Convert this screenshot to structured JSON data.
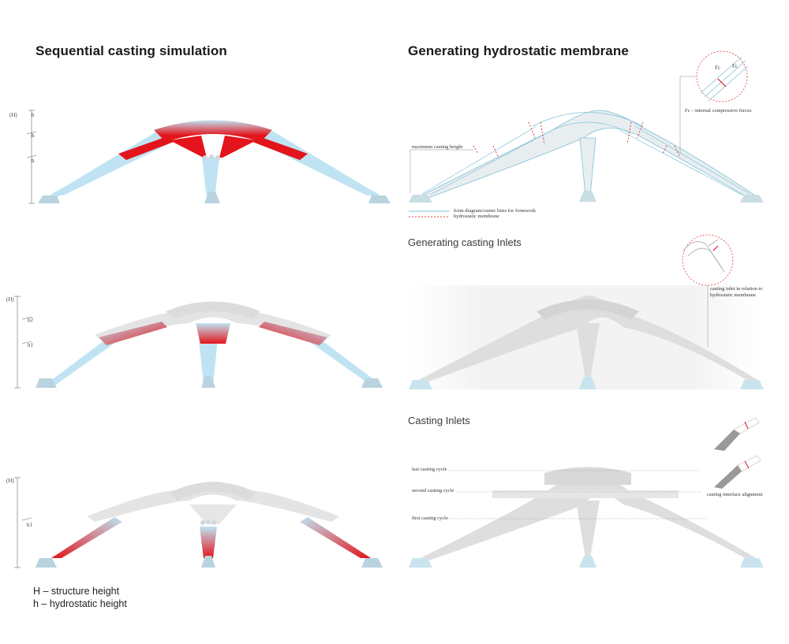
{
  "left": {
    "title": "Sequential casting simulation",
    "scales": [
      {
        "labels": [
          "(H)",
          "h",
          "h",
          "h"
        ]
      },
      {
        "labels": [
          "(H)",
          "h2",
          "h1"
        ]
      },
      {
        "labels": [
          "(H)",
          "h1"
        ]
      }
    ],
    "legend": [
      "H – structure height",
      "h – hydrostatic height"
    ]
  },
  "right": {
    "title": "Generating hydrostatic membrane",
    "panel1": {
      "detail_note": "Fc – internal compressive forces",
      "detail_labels": [
        "Fc",
        "Fc"
      ],
      "max_height_label": "maximum casting height",
      "legend": [
        "form diagram/center lines for formwork",
        "hydrostatic membrane"
      ]
    },
    "panel2": {
      "subtitle": "Generating casting Inlets",
      "note": "casting inlet in relation to hydrostatic membrane"
    },
    "panel3": {
      "subtitle": "Casting Inlets",
      "cycles": [
        "last casting cycle",
        "second casting cycle",
        "first casting cycle"
      ],
      "alignment_note": "casting interface alignment"
    }
  },
  "colors": {
    "fill_red": "#e3141b",
    "fill_blue": "#bfe3f2",
    "structure_grey": "#dcdcdc",
    "base_blue": "#b9d3df",
    "membrane_red": "#e04040",
    "centerline_blue": "#7fc0d8"
  }
}
